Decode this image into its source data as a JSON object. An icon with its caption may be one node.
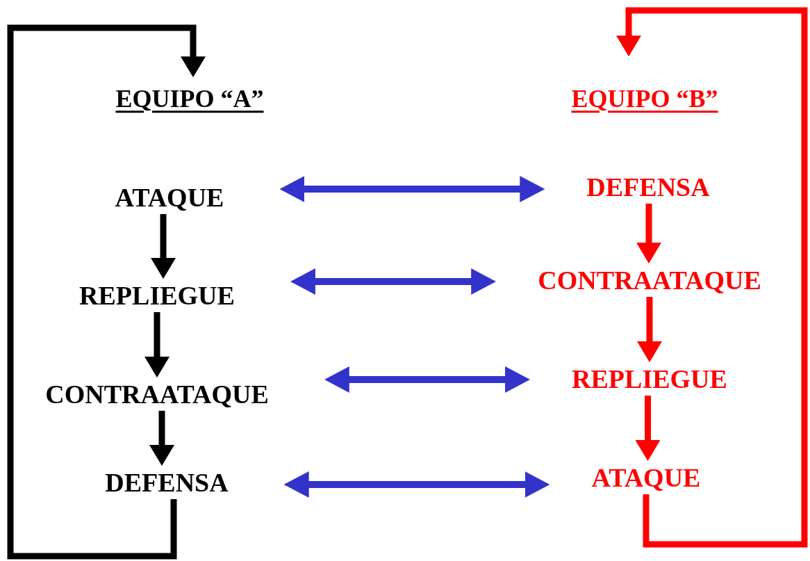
{
  "diagram": {
    "nodes": [
      {
        "text": [
          "EQUIPO “A”"
        ]
      },
      {
        "text": [
          "ATAQUE"
        ]
      },
      {
        "text": [
          "REPLIEGUE"
        ]
      },
      {
        "text": [
          "CONTRAATAQUE"
        ]
      },
      {
        "text": [
          "DEFENSA"
        ]
      },
      {
        "text": [
          "EQUIPO “B”"
        ]
      },
      {
        "text": [
          "DEFENSA"
        ]
      },
      {
        "text": [
          "CONTRAATAQUE"
        ]
      },
      {
        "text": [
          "REPLIEGUE"
        ]
      },
      {
        "text": [
          "ATAQUE"
        ]
      }
    ],
    "edges": [
      {
        "from": 1,
        "to": 2,
        "arrow": "to"
      },
      {
        "from": 2,
        "to": 3,
        "arrow": "to"
      },
      {
        "from": 3,
        "to": 4,
        "arrow": "to"
      },
      {
        "from": 4,
        "to": 0,
        "arrow": "to"
      },
      {
        "from": 6,
        "to": 7,
        "arrow": "to",
        "color": "#ff0000"
      },
      {
        "from": 7,
        "to": 8,
        "arrow": "to",
        "color": "#ff0000"
      },
      {
        "from": 8,
        "to": 9,
        "arrow": "to",
        "color": "#ff0000"
      },
      {
        "from": 9,
        "to": 5,
        "arrow": "to",
        "color": "#ff0000"
      },
      {
        "from": 1,
        "to": 6,
        "arrow": "both",
        "color": "#3333cc"
      },
      {
        "from": 2,
        "to": 7,
        "arrow": "both",
        "color": "#3333cc"
      },
      {
        "from": 3,
        "to": 8,
        "arrow": "both",
        "color": "#3333cc"
      },
      {
        "from": 4,
        "to": 9,
        "arrow": "both",
        "color": "#3333cc"
      }
    ]
  }
}
